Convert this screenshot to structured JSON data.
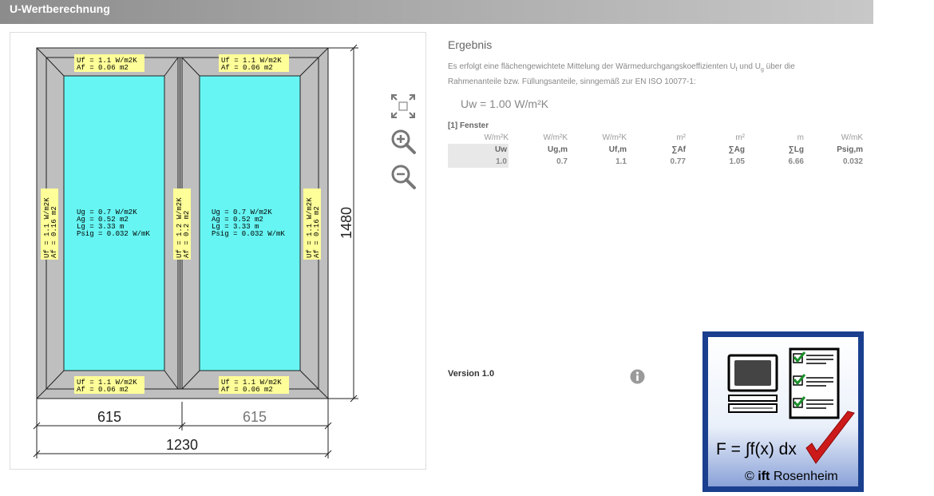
{
  "app": {
    "title": "U-Wertberechnung"
  },
  "drawing": {
    "sashes": [
      {
        "top_label": [
          "Uf = 1.1 W/m2K",
          "Af = 0.06 m2"
        ],
        "bottom_label": [
          "Uf = 1.1 W/m2K",
          "Af = 0.06 m2"
        ],
        "glass_label": [
          "Ug = 0.7 W/m2K",
          "Ag = 0.52 m2",
          "Lg = 3.33 m",
          "Psig = 0.032 W/mK"
        ]
      },
      {
        "top_label": [
          "Uf = 1.1 W/m2K",
          "Af = 0.06 m2"
        ],
        "bottom_label": [
          "Uf = 1.1 W/m2K",
          "Af = 0.06 m2"
        ],
        "glass_label": [
          "Ug = 0.7 W/m2K",
          "Ag = 0.52 m2",
          "Lg = 3.33 m",
          "Psig = 0.032 W/mK"
        ]
      }
    ],
    "left_label": [
      "Uf = 1.1 W/m2K",
      "Af = 0.16 m2"
    ],
    "mullion_label": [
      "Uf = 1.2 W/m2K",
      "Af = 0.2 m2"
    ],
    "right_label": [
      "Uf = 1.1 W/m2K",
      "Af = 0.16 m2"
    ],
    "height_dim": "1480",
    "width_dims": [
      "615",
      "615"
    ],
    "total_width": "1230",
    "colors": {
      "frame": "#bfbfbf",
      "glass": "#66f5f2",
      "label": "#ffff99"
    }
  },
  "controls": {
    "fit_icon": "fit-to-screen-icon",
    "zoom_in_icon": "zoom-in-icon",
    "zoom_out_icon": "zoom-out-icon"
  },
  "result": {
    "heading": "Ergebnis",
    "desc_parts": [
      "Es erfolgt eine flächengewichtete Mittelung der Wärmedurchgangskoeffizienten U",
      "f",
      " und U",
      "g",
      " über die",
      "Rahmenanteile bzw. Füllungsanteile, sinngemäß zur EN ISO 10077-1:"
    ],
    "uw_text": "Uw = 1.00 W/m²K",
    "section": "[1] Fenster",
    "units": [
      "W/m²K",
      "W/m²K",
      "W/m²K",
      "m²",
      "m²",
      "m",
      "W/mK"
    ],
    "headers": [
      "Uw",
      "Ug,m",
      "Uf,m",
      "∑Af",
      "∑Ag",
      "∑Lg",
      "Psig,m"
    ],
    "values": [
      "1.0",
      "0.7",
      "1.1",
      "0.77",
      "1.05",
      "6.66",
      "0.032"
    ]
  },
  "version": "Version 1.0",
  "logo": {
    "formula": "F = ∫f(x) dx",
    "copyright": "© ift Rosenheim",
    "copyright_prefix": "©",
    "copyright_bold": "ift",
    "copyright_rest": "Rosenheim"
  }
}
